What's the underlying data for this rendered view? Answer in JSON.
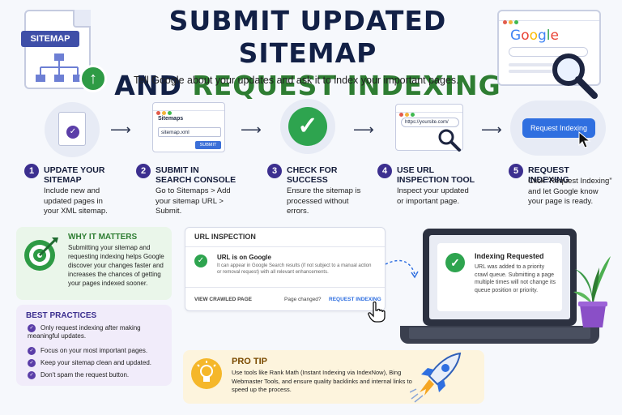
{
  "header": {
    "title_line1": "SUBMIT UPDATED SITEMAP",
    "title_line2_part1": "AND ",
    "title_line2_part2": "REQUEST INDEXING",
    "subtitle": "Tell Google about your updates and ask it to index your important pages."
  },
  "hero": {
    "sitemap_tag": "SITEMAP",
    "google_logo": "Google"
  },
  "colors": {
    "navy": "#122046",
    "green": "#2e7d32",
    "purple": "#3c2f8f",
    "blue": "#2f6fe0"
  },
  "steps": [
    {
      "num": "1",
      "title": "UPDATE YOUR SITEMAP",
      "desc": "Include new and updated pages in your XML sitemap.",
      "icon": "document-check-icon"
    },
    {
      "num": "2",
      "title": "SUBMIT IN SEARCH CONSOLE",
      "desc": "Go to Sitemaps > Add your sitemap URL > Submit.",
      "icon": "console-window-icon",
      "window_label": "Sitemaps",
      "input_value": "sitemap.xml",
      "button": "SUBMIT"
    },
    {
      "num": "3",
      "title": "CHECK FOR SUCCESS",
      "desc": "Ensure the sitemap is processed without errors.",
      "icon": "success-check-icon"
    },
    {
      "num": "4",
      "title": "USE URL INSPECTION TOOL",
      "desc": "Inspect your updated or important page.",
      "icon": "url-inspection-icon",
      "url": "https://yoursite.com/"
    },
    {
      "num": "5",
      "title": "REQUEST INDEXING",
      "desc": "Click “Request Indexing” and let Google know your page is ready.",
      "icon": "request-button-icon",
      "button": "Request Indexing"
    }
  ],
  "why": {
    "title": "WHY IT MATTERS",
    "text": "Submitting your sitemap and requesting indexing helps Google discover your changes faster and increases the chances of getting your pages indexed sooner."
  },
  "best": {
    "title": "BEST PRACTICES",
    "items": [
      "Only request indexing after making meaningful updates.",
      "Focus on your most important pages.",
      "Keep your sitemap clean and updated.",
      "Don't spam the request button."
    ]
  },
  "url_inspection": {
    "title": "URL INSPECTION",
    "status": "URL is on Google",
    "desc": "It can appear in Google Search results (if not subject to a manual action or removal request) with all relevant enhancements.",
    "view_crawled": "VIEW CRAWLED PAGE",
    "page_changed": "Page changed?",
    "request": "REQUEST INDEXING"
  },
  "laptop": {
    "title": "Indexing Requested",
    "text": "URL was added to a priority crawl queue. Submitting a page multiple times will not change its queue position or priority."
  },
  "protip": {
    "title": "PRO TIP",
    "text": "Use tools like Rank Math (Instant Indexing via IndexNow), Bing Webmaster Tools, and ensure quality backlinks and internal links to speed up the process."
  }
}
